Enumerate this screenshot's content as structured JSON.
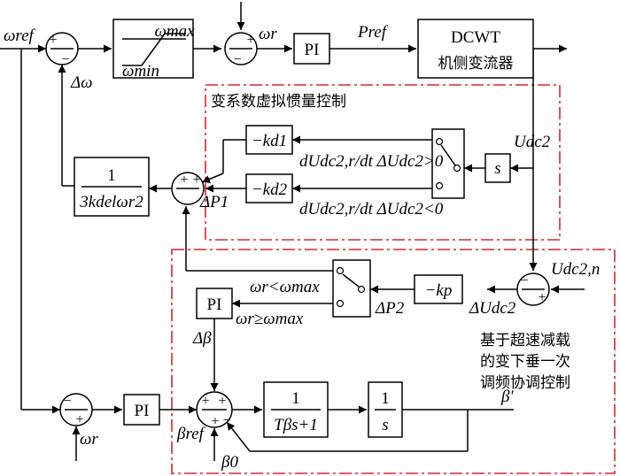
{
  "signals": {
    "omega_ref": "ωref",
    "omega_r": "ωr",
    "delta_omega": "Δω",
    "p_ref": "Pref",
    "u_dc2": "Udc2",
    "u_dc2n": "Udc2,n",
    "delta_u_dc2": "ΔUdc2",
    "delta_p1": "ΔP1",
    "delta_p2": "ΔP2",
    "delta_beta": "Δβ",
    "beta_ref": "βref",
    "beta_0": "β0",
    "beta_prime": "β′"
  },
  "blocks": {
    "limiter_max": "ωmax",
    "limiter_min": "ωmin",
    "pi": "PI",
    "converter_line1": "DCWT",
    "converter_line2": "机侧变流器",
    "s": "s",
    "neg_kd1": "−kd1",
    "neg_kd2": "−kd2",
    "neg_kp": "−kp",
    "inertia_num": "1",
    "inertia_den": "3kdelωr2",
    "actuator_num": "1",
    "actuator_den": "Tβs+1",
    "integrator_num": "1",
    "integrator_den": "s"
  },
  "conditions": {
    "cond1": "dUdc2,r/dt ΔUdc2>0",
    "cond2": "dUdc2,r/dt ΔUdc2<0",
    "cond3": "ωr<ωmax",
    "cond4": "ωr≥ωmax"
  },
  "regions": {
    "inertia_title": "变系数虚拟惯量控制",
    "droop_title_line1": "基于超速减载",
    "droop_title_line2": "的变下垂一次",
    "droop_title_line3": "调频协调控制"
  },
  "colors": {
    "dash_border": "#d9262e",
    "line": "#000000"
  }
}
